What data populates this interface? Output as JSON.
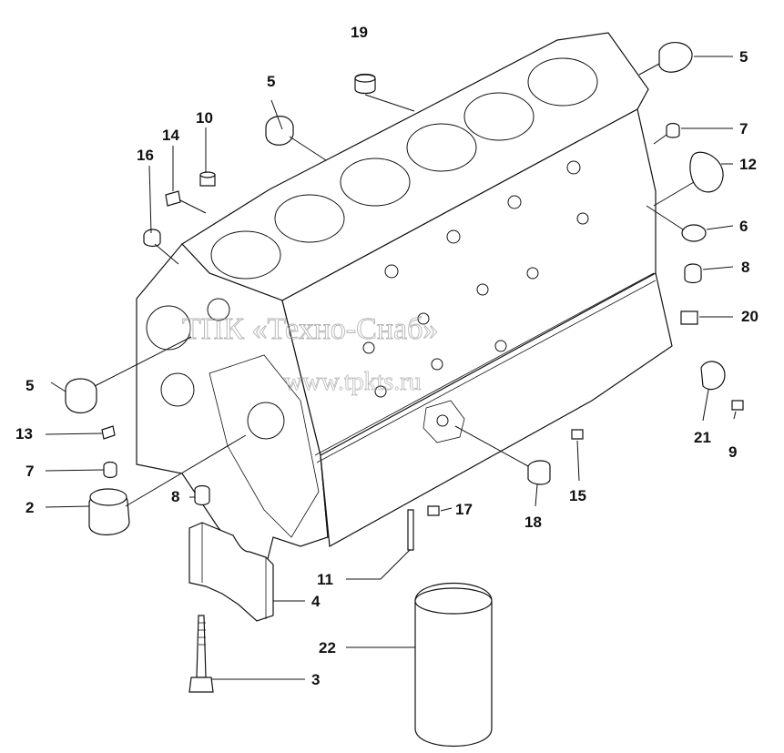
{
  "watermark": {
    "line1": "ТПК «Техно-Снаб»",
    "line2": "www.tpkts.ru"
  },
  "callouts": {
    "c1": "19",
    "c2": "5",
    "c3": "5",
    "c4": "10",
    "c5": "14",
    "c6": "16",
    "c7": "7",
    "c8": "12",
    "c9": "6",
    "c10": "8",
    "c11": "20",
    "c12": "5",
    "c13": "13",
    "c14": "7",
    "c15": "2",
    "c16": "8",
    "c17": "21",
    "c18": "9",
    "c19": "15",
    "c20": "17",
    "c21": "18",
    "c22": "11",
    "c23": "4",
    "c24": "22",
    "c25": "3"
  }
}
